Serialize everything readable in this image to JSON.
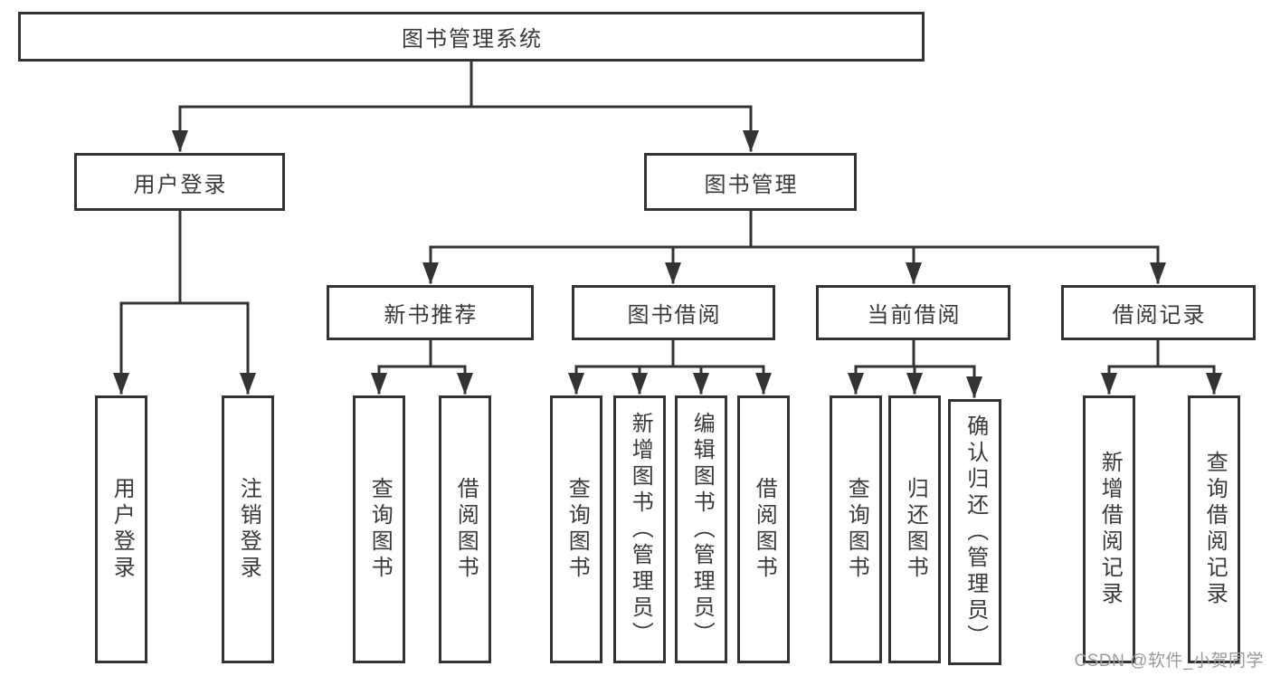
{
  "diagram": {
    "title": "图书管理系统",
    "branches": [
      {
        "label": "用户登录",
        "children": [
          {
            "label": "用户登录"
          },
          {
            "label": "注销登录"
          }
        ]
      },
      {
        "label": "图书管理",
        "children": [
          {
            "label": "新书推荐",
            "children": [
              {
                "label": "查询图书"
              },
              {
                "label": "借阅图书"
              }
            ]
          },
          {
            "label": "图书借阅",
            "children": [
              {
                "label": "查询图书"
              },
              {
                "label": "新增图书（管理员）"
              },
              {
                "label": "编辑图书（管理员）"
              },
              {
                "label": "借阅图书"
              }
            ]
          },
          {
            "label": "当前借阅",
            "children": [
              {
                "label": "查询图书"
              },
              {
                "label": "归还图书"
              },
              {
                "label": "确认归还（管理员）"
              }
            ]
          },
          {
            "label": "借阅记录",
            "children": [
              {
                "label": "新增借阅记录"
              },
              {
                "label": "查询借阅记录"
              }
            ]
          }
        ]
      }
    ]
  },
  "watermark": "CSDN @软件_小贺同学",
  "colors": {
    "line": "#333333",
    "text": "#3a3a3a",
    "watermark": "#9b9b9b",
    "background": "#ffffff"
  }
}
